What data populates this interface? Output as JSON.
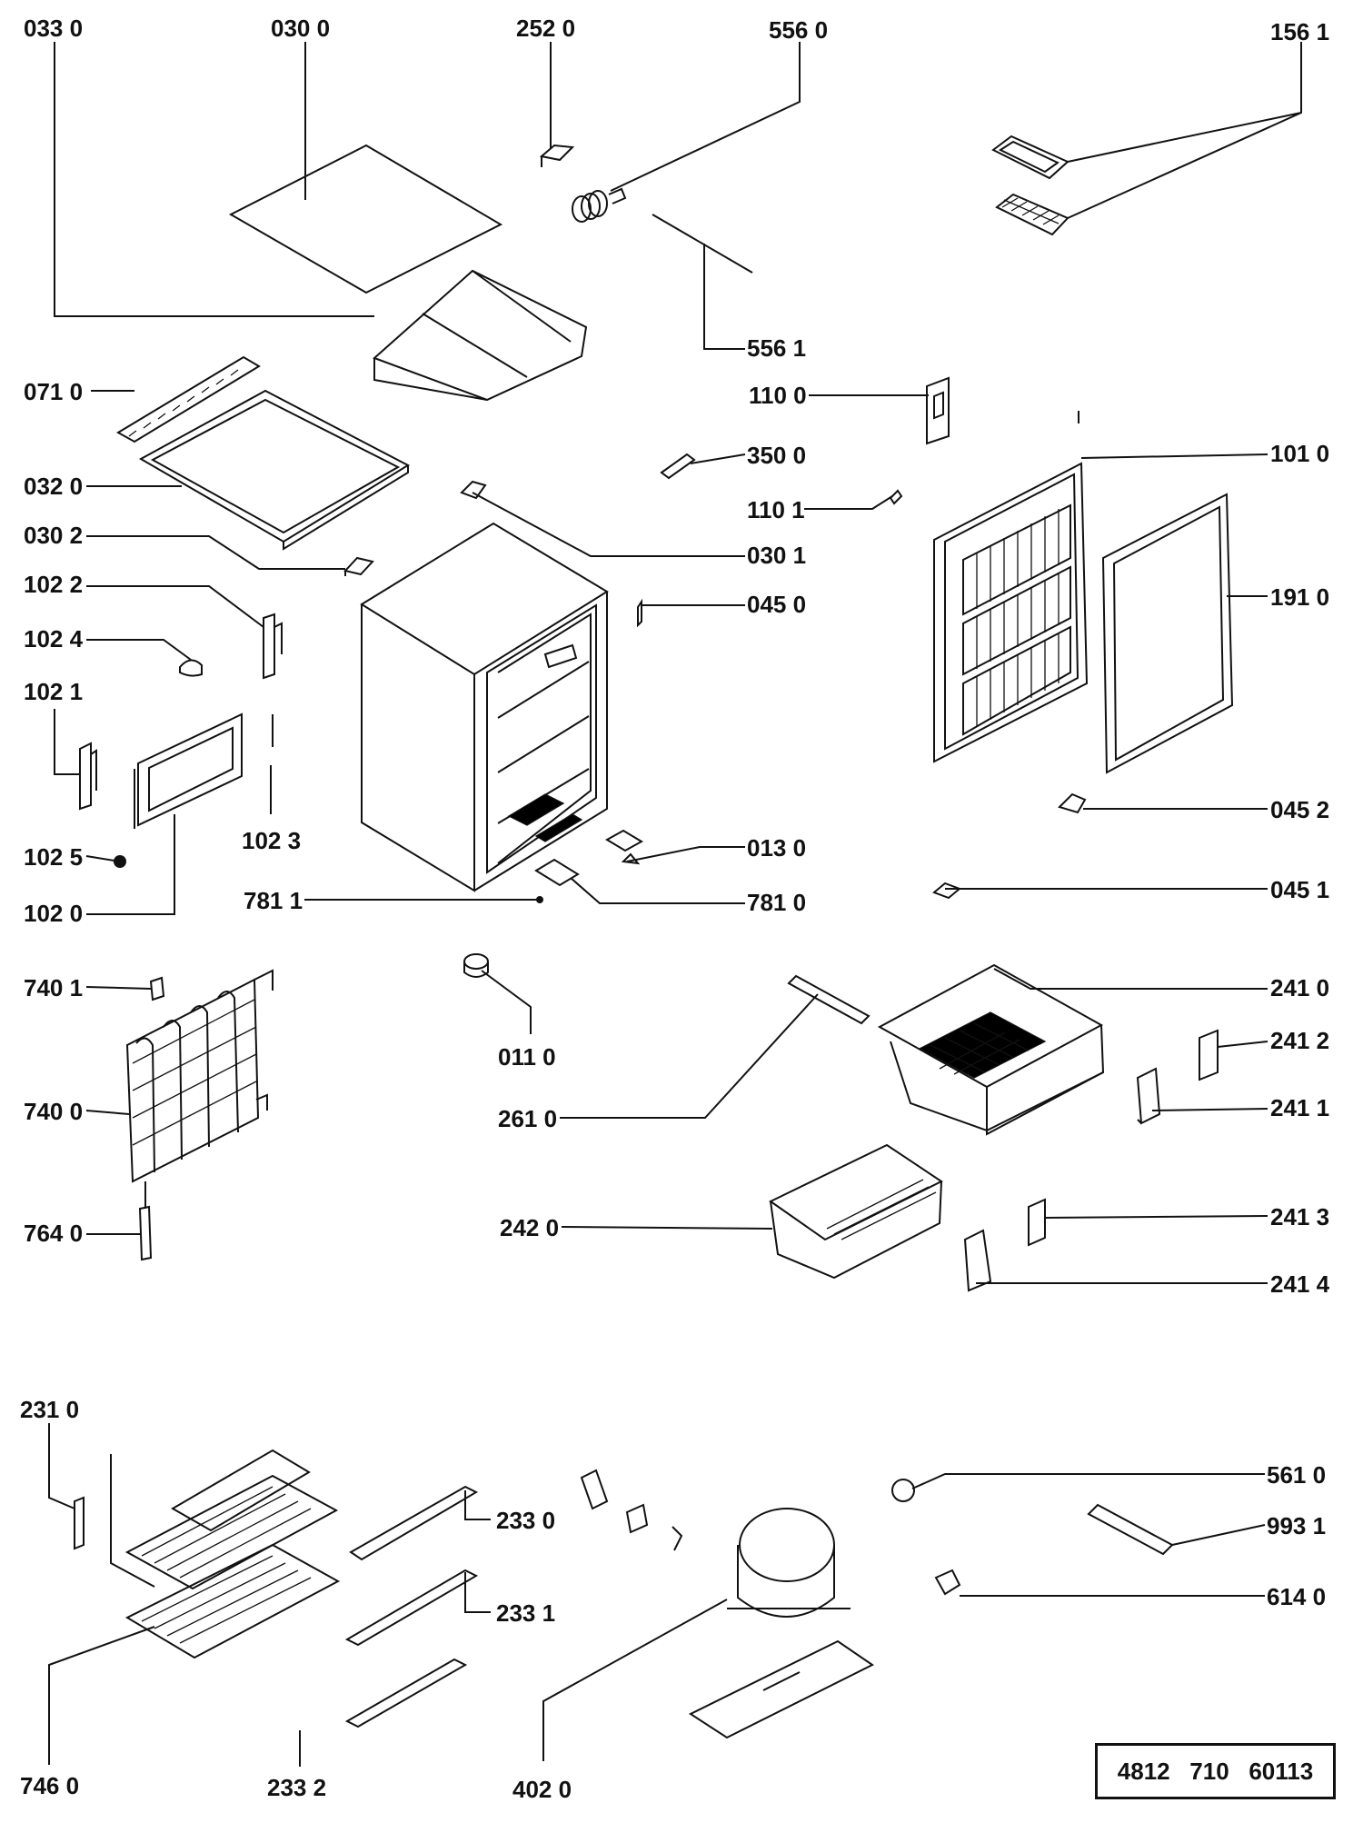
{
  "labels": {
    "p0330": "033 0",
    "p0300": "030 0",
    "p2520": "252 0",
    "p5560": "556 0",
    "p1561": "156 1",
    "p5561": "556 1",
    "p0710": "071 0",
    "p1100": "110 0",
    "p3500": "350 0",
    "p1010": "101 0",
    "p0320": "032 0",
    "p1101": "110 1",
    "p0302": "030 2",
    "p0301": "030 1",
    "p1022": "102 2",
    "p0450": "045 0",
    "p1910": "191 0",
    "p1024": "102 4",
    "p1021": "102 1",
    "p1023": "102 3",
    "p0452": "045 2",
    "p0130": "013 0",
    "p1025": "102 5",
    "p7811": "781 1",
    "p7810": "781 0",
    "p0451": "045 1",
    "p1020": "102 0",
    "p7401": "740 1",
    "p2410": "241 0",
    "p0110": "011 0",
    "p2412": "241 2",
    "p7400": "740 0",
    "p2411": "241 1",
    "p2610": "261 0",
    "p7640": "764 0",
    "p2420": "242 0",
    "p2413": "241 3",
    "p2414": "241 4",
    "p2310": "231 0",
    "p5610": "561 0",
    "p2330": "233 0",
    "p9931": "993 1",
    "p6140": "614 0",
    "p2331": "233 1",
    "p7460": "746 0",
    "p2332": "233  2",
    "p4020": "402  0"
  },
  "catalog_number": "4812   710   60113"
}
